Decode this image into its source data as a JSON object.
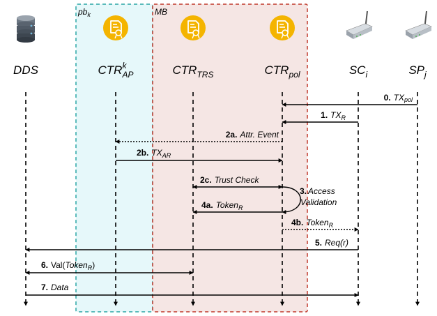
{
  "groups": [
    {
      "key": "pb",
      "label": "pb",
      "sub": "k",
      "fill": "#e6f8fa",
      "stroke": "#2aa5a5"
    },
    {
      "key": "mb",
      "label": "MB",
      "sub": "",
      "fill": "#f5e6e4",
      "stroke": "#c0392b"
    }
  ],
  "actors": [
    {
      "key": "dds",
      "label": "DDS",
      "icon": "database-icon"
    },
    {
      "key": "ctr_ap",
      "label": "CTR",
      "sup": "k",
      "sub": "AP",
      "icon": "certificate-icon"
    },
    {
      "key": "ctr_trs",
      "label": "CTR",
      "sub": "TRS",
      "icon": "certificate-icon"
    },
    {
      "key": "ctr_pol",
      "label": "CTR",
      "sub": "pol",
      "icon": "certificate-icon"
    },
    {
      "key": "sc",
      "label": "SC",
      "sub": "i",
      "icon": "router-icon"
    },
    {
      "key": "sp",
      "label": "SP",
      "sub": "j",
      "icon": "router-icon"
    }
  ],
  "messages": [
    {
      "num": "0.",
      "text": "TX",
      "sub": "pol",
      "from": "sp",
      "to": "ctr_pol",
      "style": "solid"
    },
    {
      "num": "1.",
      "text": "TX",
      "sub": "R",
      "from": "sc",
      "to": "ctr_pol",
      "style": "solid"
    },
    {
      "num": "2a.",
      "text": "Attr. Event",
      "from": "ctr_pol",
      "to": "ctr_ap",
      "style": "dotted"
    },
    {
      "num": "2b.",
      "text": "TX",
      "sub": "AR",
      "from": "ctr_ap",
      "to": "ctr_pol",
      "style": "solid"
    },
    {
      "num": "2c.",
      "text": "Trust Check",
      "from": "ctr_pol",
      "to": "ctr_trs",
      "style": "solid",
      "bidir": true
    },
    {
      "num": "4a.",
      "text": "Token",
      "sub": "R",
      "from": "ctr_pol",
      "to": "ctr_trs",
      "style": "solid"
    },
    {
      "num": "4b.",
      "text": "Token",
      "sub": "R",
      "from": "ctr_pol",
      "to": "sc",
      "style": "dotted"
    },
    {
      "num": "5.",
      "text": "Req(r)",
      "from": "sc",
      "to": "dds",
      "style": "solid"
    },
    {
      "num": "6.",
      "text": "Val(",
      "text_italic": "Token",
      "sub": "R",
      "tail": ")",
      "from": "dds",
      "to": "ctr_trs",
      "style": "solid",
      "bidir": true
    },
    {
      "num": "7.",
      "text": "Data",
      "from": "dds",
      "to": "sc",
      "style": "solid"
    }
  ],
  "self_message": {
    "num": "3.",
    "lines": [
      "Access",
      "Validation"
    ],
    "actor": "ctr_pol"
  }
}
